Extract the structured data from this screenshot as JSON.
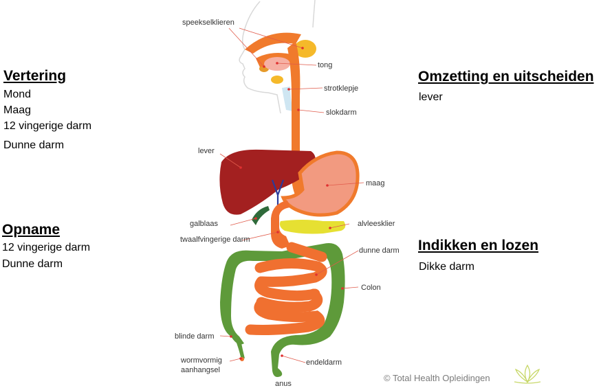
{
  "sections": {
    "vertering": {
      "title": "Vertering",
      "items": [
        "Mond",
        "Maag",
        "12 vingerige darm",
        "Dunne darm"
      ]
    },
    "opname": {
      "title": "Opname",
      "items": [
        "12 vingerige darm",
        "Dunne darm"
      ]
    },
    "omzetting": {
      "title": "Omzetting en uitscheiden",
      "items": [
        "lever"
      ]
    },
    "indikken": {
      "title": "Indikken en lozen",
      "items": [
        "Dikke darm"
      ]
    }
  },
  "diagram_labels": {
    "speekselklieren": "speekselklieren",
    "tong": "tong",
    "strotklepje": "strotklepje",
    "slokdarm": "slokdarm",
    "lever": "lever",
    "maag": "maag",
    "galblaas": "galblaas",
    "alvleesklier": "alvleesklier",
    "twaalfvingerige_darm": "twaalfvingerige darm",
    "dunne_darm": "dunne darm",
    "colon": "Colon",
    "blinde_darm": "blinde darm",
    "wormvormig_1": "wormvormig",
    "wormvormig_2": "aanhangsel",
    "endeldarm": "endeldarm",
    "anus": "anus"
  },
  "copyright": "© Total Health Opleidingen",
  "colors": {
    "esophagus": "#f07a2c",
    "liver": "#a32020",
    "stomach": "#f29a80",
    "colon": "#5e9a3a",
    "small_intestine": "#f07030",
    "pancreas": "#e6e032",
    "gallbladder": "#2f6a3a",
    "salivary": "#f5b92a"
  },
  "icons": {
    "logo": "lotus-logo-icon"
  }
}
